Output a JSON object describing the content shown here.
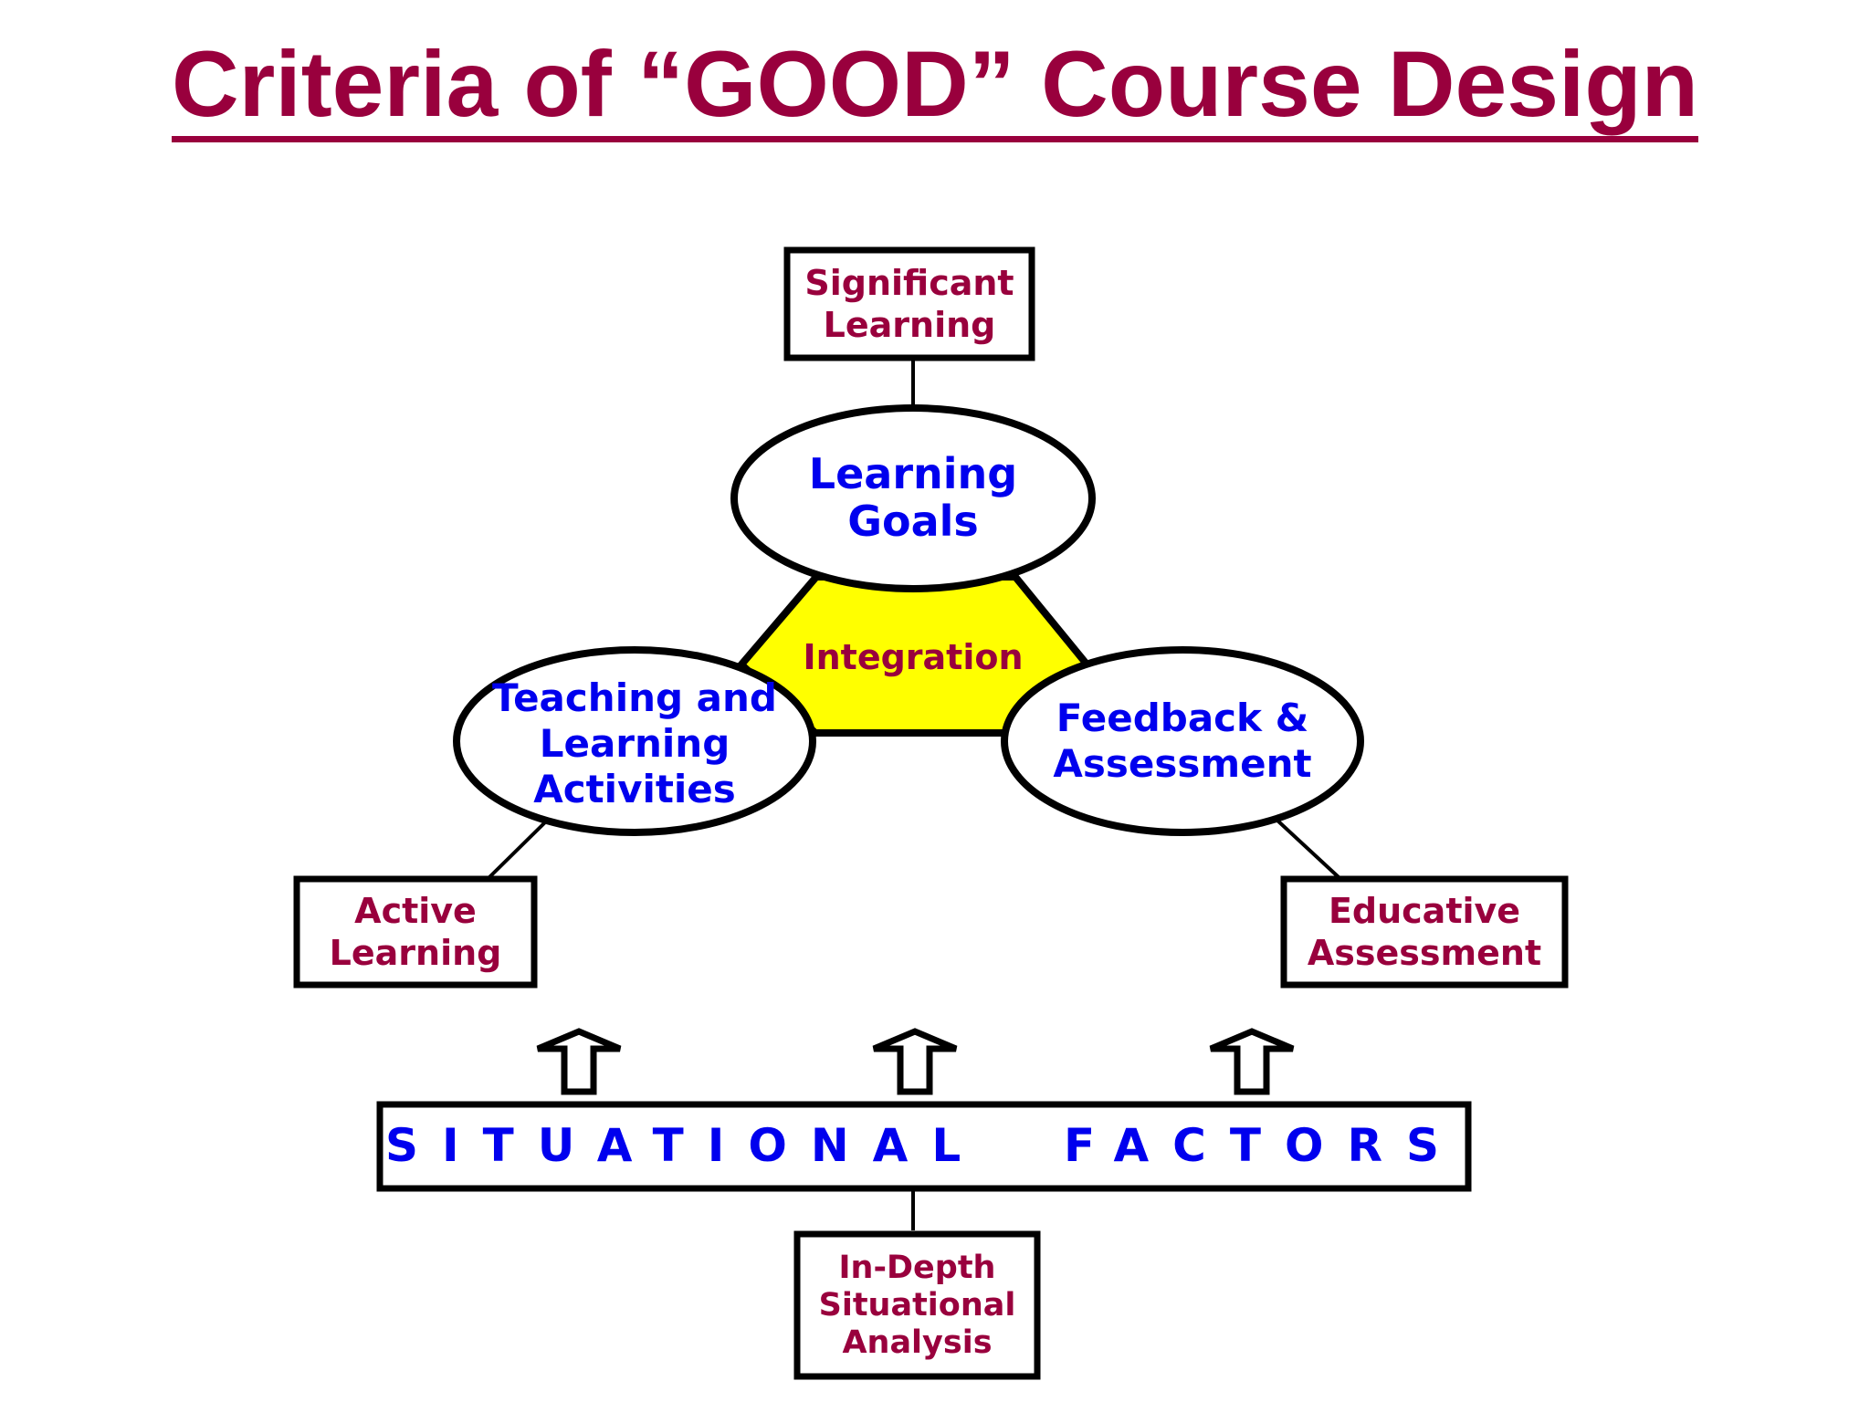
{
  "title": "Criteria of “GOOD” Course Design",
  "colors": {
    "title": "#99003d",
    "box_text": "#99003d",
    "oval_text": "#0000ee",
    "situational_text": "#0000ee",
    "integration_fill": "#ffff00",
    "stroke": "#000000"
  },
  "nodes": {
    "significant_learning": "Significant\nLearning",
    "learning_goals": "Learning\nGoals",
    "integration": "Integration",
    "teaching_learning_activities": "Teaching and\nLearning\nActivities",
    "feedback_assessment": "Feedback &\nAssessment",
    "active_learning": "Active\nLearning",
    "educative_assessment": "Educative\nAssessment",
    "situational_factors": "SITUATIONAL  FACTORS",
    "in_depth_analysis": "In-Depth\nSituational\nAnalysis"
  },
  "arrows": {
    "count": 3,
    "direction": "up"
  }
}
